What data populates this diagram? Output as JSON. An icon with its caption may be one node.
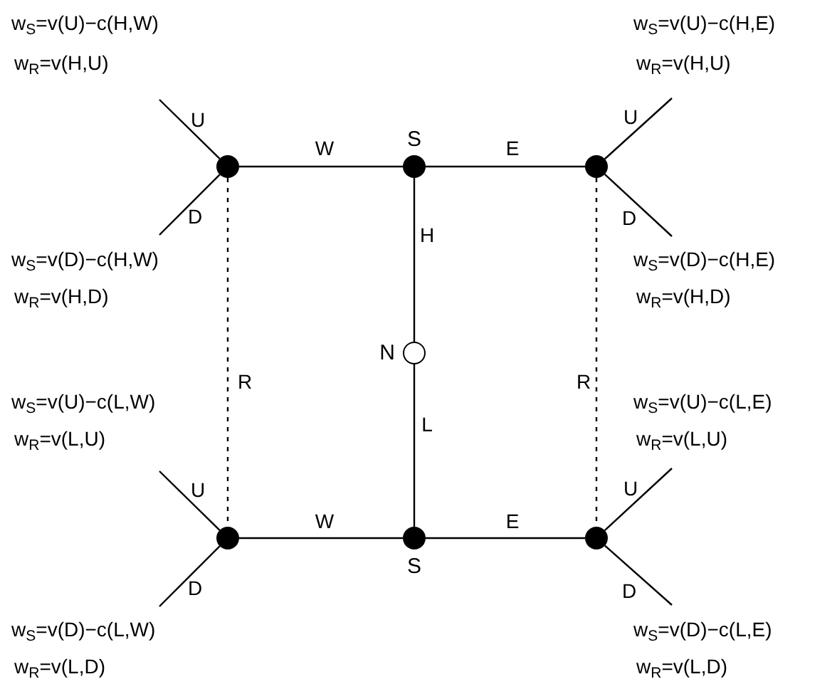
{
  "diagram": {
    "nodes": [
      {
        "text": [],
        "shape": "circle"
      },
      {
        "text": [],
        "shape": "circle",
        "beside": [
          "S"
        ]
      },
      {
        "text": [],
        "shape": "circle"
      },
      {
        "text": [],
        "shape": "circle",
        "beside": [
          "N"
        ]
      },
      {
        "text": [],
        "shape": "circle"
      },
      {
        "text": [],
        "shape": "circle",
        "beside": [
          "S"
        ]
      },
      {
        "text": [],
        "shape": "circle"
      }
    ],
    "edges": [
      {
        "from": 0,
        "to": 1,
        "arrow": "none",
        "label": "W"
      },
      {
        "from": 1,
        "to": 2,
        "arrow": "none",
        "label": "E"
      },
      {
        "from": 1,
        "to": 3,
        "arrow": "none",
        "label": "H"
      },
      {
        "from": 3,
        "to": 5,
        "arrow": "none",
        "label": "L"
      },
      {
        "from": 4,
        "to": 5,
        "arrow": "none",
        "label": "W"
      },
      {
        "from": 5,
        "to": 6,
        "arrow": "none",
        "label": "E"
      },
      {
        "from": 0,
        "to": 4,
        "arrow": "none",
        "label": "R",
        "style": "dashed"
      },
      {
        "from": 2,
        "to": 6,
        "arrow": "none",
        "label": "R",
        "style": "dashed"
      },
      {
        "from": null,
        "to": 0,
        "arrow": "none",
        "label": "U"
      },
      {
        "from": null,
        "to": 0,
        "arrow": "none",
        "label": "D"
      },
      {
        "from": null,
        "to": 2,
        "arrow": "none",
        "label": "U"
      },
      {
        "from": null,
        "to": 2,
        "arrow": "none",
        "label": "D"
      },
      {
        "from": null,
        "to": 4,
        "arrow": "none",
        "label": "U"
      },
      {
        "from": null,
        "to": 4,
        "arrow": "none",
        "label": "D"
      },
      {
        "from": null,
        "to": 6,
        "arrow": "none",
        "label": "U"
      },
      {
        "from": null,
        "to": 6,
        "arrow": "none",
        "label": "D"
      }
    ],
    "labels": [
      "w$_{S}$=v(U)−c(H,W)",
      "w$_{R}$=v(H,U)",
      "w$_{S}$=v(U)−c(H,E)",
      "w$_{R}$=v(H,U)",
      "w$_{S}$=v(D)−c(H,W)",
      "w$_{R}$=v(H,D)",
      "w$_{S}$=v(D)−c(H,E)",
      "w$_{R}$=v(H,D)",
      "w$_{S}$=v(U)−c(L,W)",
      "w$_{R}$=v(L,U)",
      "w$_{S}$=v(U)−c(L,E)",
      "w$_{R}$=v(L,U)",
      "w$_{S}$=v(D)−c(L,W)",
      "w$_{R}$=v(L,D)",
      "w$_{S}$=v(D)−c(L,E)",
      "w$_{R}$=v(L,D)"
    ]
  }
}
